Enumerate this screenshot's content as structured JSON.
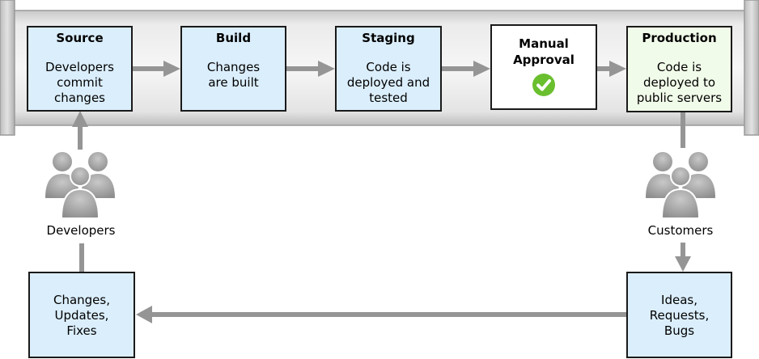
{
  "colors": {
    "stage_fill": "#dbeefc",
    "approval_fill": "#ffffff",
    "production_fill": "#f1fbe9",
    "arrow": "#959595",
    "check": "#6abf2e"
  },
  "pipeline": {
    "stages": [
      {
        "title": "Source",
        "text": "Developers\ncommit\nchanges"
      },
      {
        "title": "Build",
        "text": "Changes\nare built"
      },
      {
        "title": "Staging",
        "text": "Code is\ndeployed and\ntested"
      },
      {
        "title": "Manual\nApproval",
        "text": "",
        "icon": "check-circle-icon"
      },
      {
        "title": "Production",
        "text": "Code is\ndeployed to\npublic servers"
      }
    ]
  },
  "people": {
    "developers": {
      "label": "Developers",
      "icon": "developers-group-icon"
    },
    "customers": {
      "label": "Customers",
      "icon": "customers-group-icon"
    }
  },
  "feedback": {
    "changes": "Changes,\nUpdates,\nFixes",
    "ideas": "Ideas,\nRequests,\nBugs"
  }
}
